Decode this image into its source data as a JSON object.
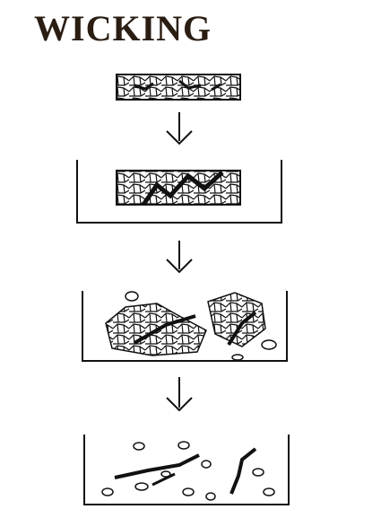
{
  "title": "WICKING",
  "colors": {
    "title": "#2a1d12",
    "ink": "#111111",
    "background": "#ffffff"
  },
  "stages": [
    {
      "id": "tablet",
      "has_container": false,
      "state": "intact tablet"
    },
    {
      "id": "tablet-in-medium",
      "has_container": true,
      "state": "liquid penetrating"
    },
    {
      "id": "swelling",
      "has_container": true,
      "state": "breaking apart"
    },
    {
      "id": "disintegrated",
      "has_container": true,
      "state": "dispersed particles"
    }
  ],
  "icons": [
    "down-arrow-icon",
    "down-arrow-icon",
    "down-arrow-icon"
  ]
}
